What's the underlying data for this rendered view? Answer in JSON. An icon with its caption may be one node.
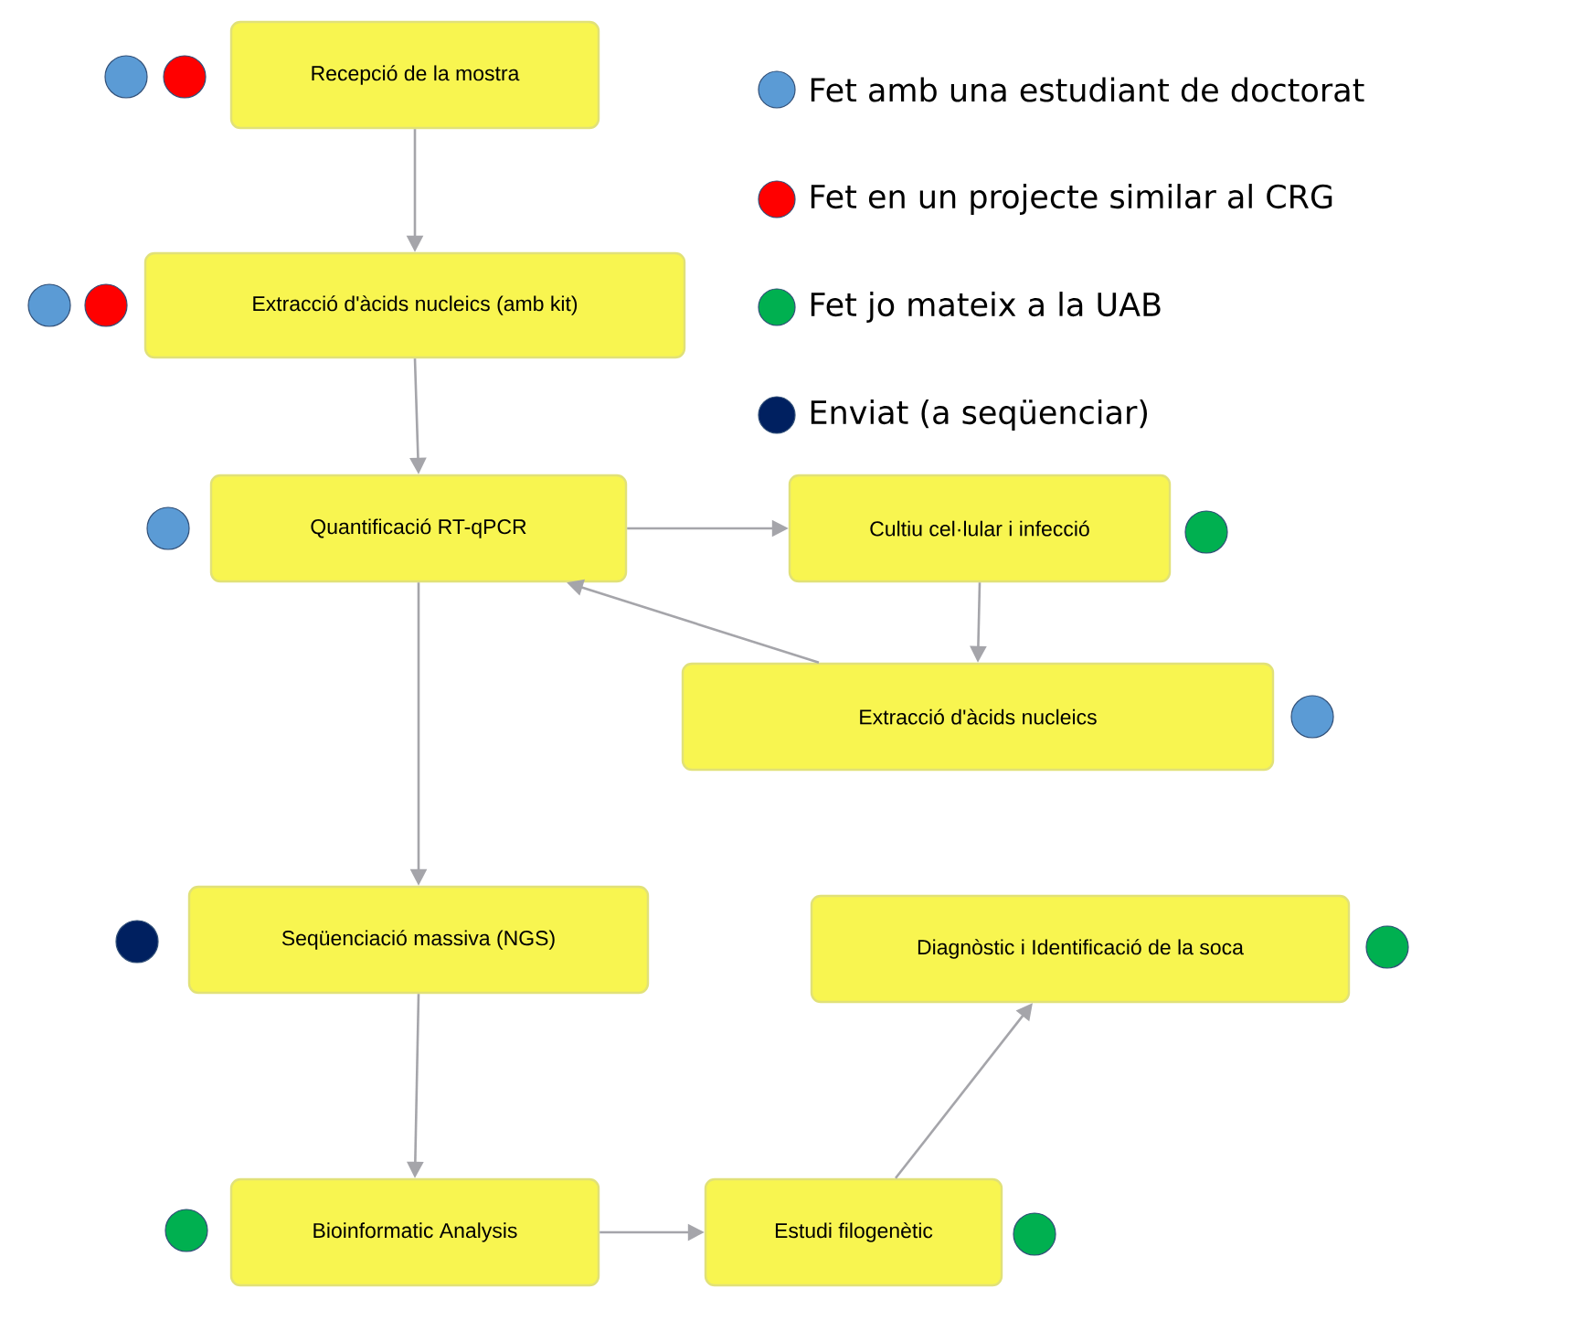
{
  "diagram": {
    "nodes": [
      {
        "text": [
          "Recepció de la mostra"
        ]
      },
      {
        "text": [
          "Extracció d'àcids nucleics (amb kit)"
        ]
      },
      {
        "text": [
          "Quantificació RT-qPCR"
        ]
      },
      {
        "text": [
          "Cultiu cel·lular i infecció"
        ]
      },
      {
        "text": [
          "Extracció d'àcids nucleics"
        ]
      },
      {
        "text": [
          "Seqüenciació massiva (NGS)"
        ]
      },
      {
        "text": [
          "Diagnòstic i Identificació de la soca"
        ]
      },
      {
        "text": [
          "Bioinformatic Analysis"
        ]
      },
      {
        "text": [
          "Estudi filogenètic"
        ]
      }
    ],
    "edges": [
      {
        "from": 0,
        "to": 1,
        "arrow": "to"
      },
      {
        "from": 1,
        "to": 2,
        "arrow": "to"
      },
      {
        "from": 2,
        "to": 3,
        "arrow": "to"
      },
      {
        "from": 3,
        "to": 4,
        "arrow": "to"
      },
      {
        "from": 4,
        "to": 2,
        "arrow": "to"
      },
      {
        "from": 2,
        "to": 5,
        "arrow": "to"
      },
      {
        "from": 5,
        "to": 7,
        "arrow": "to"
      },
      {
        "from": 7,
        "to": 8,
        "arrow": "to"
      },
      {
        "from": 8,
        "to": 6,
        "arrow": "to"
      }
    ],
    "legend": [
      {
        "text": "Fet amb una estudiant de doctorat",
        "color": "#5b9bd5"
      },
      {
        "text": "Fet en un projecte similar al CRG",
        "color": "#ff0000"
      },
      {
        "text": "Fet jo mateix a la UAB",
        "color": "#00b050"
      },
      {
        "text": "Enviat (a seqüenciar)",
        "color": "#002060"
      }
    ]
  }
}
